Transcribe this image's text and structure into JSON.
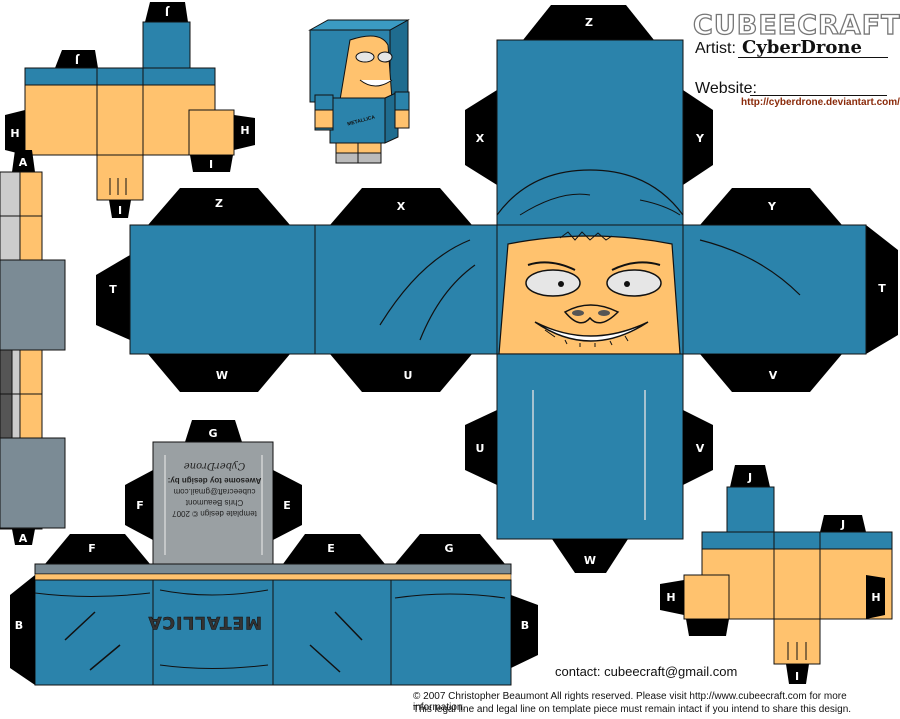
{
  "header": {
    "logo_text": "CUBEECRAFT",
    "artist_label": "Artist:",
    "artist_name": "CyberDrone",
    "website_label": "Website:",
    "website_url": "http://cyberdrone.deviantart.com/"
  },
  "footer": {
    "contact": "contact: cubeecraft@gmail.com",
    "copyright_line1": "© 2007 Christopher Beaumont All rights reserved. Please visit http://www.cubeecraft.com for more information.",
    "copyright_line2": "This legal line and legal line on template piece must remain intact if you intend to share this design."
  },
  "template_credits": {
    "line1": "template design © 2007",
    "line2": "Chris Beaumont",
    "line3": "cubeecraft@gmail.com",
    "line4": "Awesome toy design by:",
    "signature": "CyberDrone"
  },
  "shirt_logo": "METALLICA",
  "tab_labels": {
    "head_top": "Z",
    "head_left": "X",
    "head_right": "Y",
    "head_bottom": "W",
    "head_left_u": "U",
    "head_right_v": "V",
    "face_left_top_z": "Z",
    "face_left_top_x": "X",
    "face_right_top_y": "Y",
    "face_left_t": "T",
    "face_right_t": "T",
    "face_bottom_w": "W",
    "face_bottom_u": "U",
    "face_bottom_v": "V",
    "body_top_g": "G",
    "body_f": "F",
    "body_e": "E",
    "body_left_b": "B",
    "body_right_b": "B",
    "body_top_f": "F",
    "body_top_e": "E",
    "body_top_g2": "G",
    "arm_left_j_top": "J",
    "arm_left_j": "J",
    "arm_left_h1": "H",
    "arm_left_h2": "H",
    "arm_left_i1": "I",
    "arm_left_i2": "I",
    "arm_right_j_top": "J",
    "arm_right_j": "J",
    "arm_right_h1": "H",
    "arm_right_h2": "H",
    "arm_right_i": "I",
    "leg_a_top": "A",
    "leg_a_bottom": "A"
  },
  "colors": {
    "shirt_blue": "#2b83ab",
    "skin": "#ffc26e",
    "tab_black": "#000000",
    "grey_band": "#7a8a93",
    "grey_leg": "#7b8b95",
    "credit_grey": "#9aa0a3"
  }
}
